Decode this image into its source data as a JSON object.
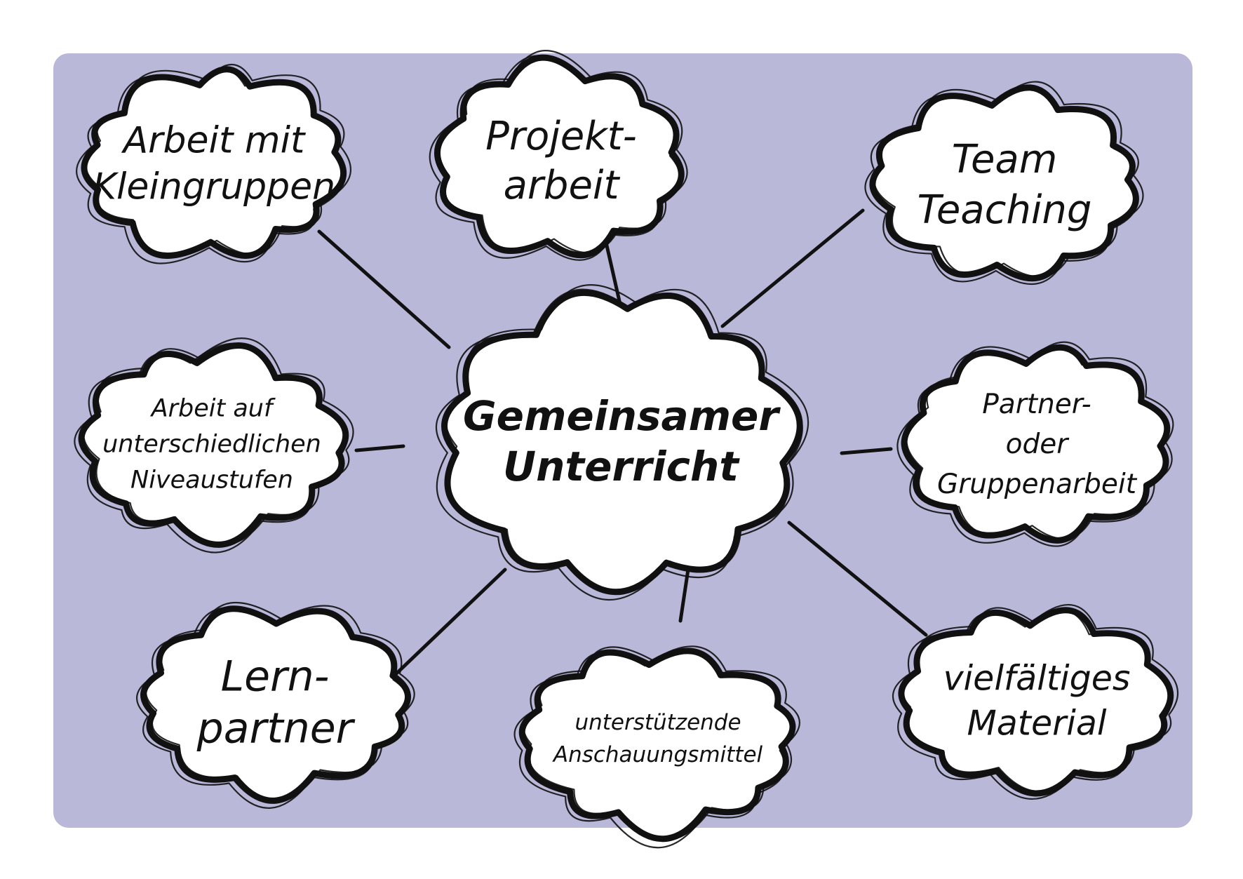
{
  "colors": {
    "background": "#BAB8D9",
    "outline": "#111111",
    "cloud_fill": "#FFFFFF"
  },
  "center": {
    "lines": [
      "Gemeinsamer",
      "Unterricht"
    ]
  },
  "nodes": [
    {
      "id": "kleingruppen",
      "lines": [
        "Arbeit mit",
        "Kleingruppen"
      ]
    },
    {
      "id": "projektarbeit",
      "lines": [
        "Projekt-",
        "arbeit"
      ]
    },
    {
      "id": "team-teaching",
      "lines": [
        "Team",
        "Teaching"
      ]
    },
    {
      "id": "niveaustufen",
      "lines": [
        "Arbeit auf",
        "unterschiedlichen",
        "Niveaustufen"
      ]
    },
    {
      "id": "gruppenarbeit",
      "lines": [
        "Partner-",
        "oder",
        "Gruppenarbeit"
      ]
    },
    {
      "id": "lernpartner",
      "lines": [
        "Lern-",
        "partner"
      ]
    },
    {
      "id": "anschauungsmittel",
      "lines": [
        "unterstützende",
        "Anschauungsmittel"
      ]
    },
    {
      "id": "material",
      "lines": [
        "vielfältiges",
        "Material"
      ]
    }
  ]
}
